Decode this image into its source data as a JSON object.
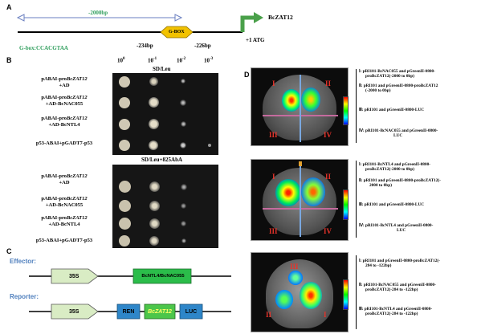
{
  "panelA": {
    "letter": "A",
    "region_label": "-2000bp",
    "gene": "BcZAT12",
    "gbox": "G-BOX",
    "gbox_seq": "G-box:CCACGTAA",
    "pos1": "-234bp",
    "pos2": "-226bp",
    "atg": "+1 ATG"
  },
  "panelB": {
    "letter": "B",
    "dilutions": [
      "10",
      "10",
      "10",
      "10"
    ],
    "dil_exp": [
      "0",
      "-1",
      "-2",
      "-3"
    ],
    "medium1": "SD/Leu",
    "medium2": "SD/Leu+825AbA",
    "rows": [
      {
        "l1": "pABAI-pro",
        "gene": "BcZAT12",
        "l2": "+AD"
      },
      {
        "l1": "pABAI-pro",
        "gene": "BcZAT12",
        "l2": "+AD-BcNAC055"
      },
      {
        "l1": "pABAI-pro",
        "gene": "BcZAT12",
        "l2": "+AD-BcNTL4"
      },
      {
        "l1": "p53-ABAI+pGADT7-p53",
        "gene": "",
        "l2": ""
      }
    ]
  },
  "panelC": {
    "letter": "C",
    "effector": "Effector:",
    "reporter": "Reporter:",
    "promoter": "35S",
    "effector_gene": "BcNTL4/BcNAC055",
    "ren": "REN",
    "reporter_gene": "BcZAT12",
    "luc": "LUC"
  },
  "panelD": {
    "letter": "D",
    "roman": [
      "I",
      "II",
      "III",
      "IV"
    ],
    "group1": [
      "Ⅰ: pRI101-BcNAC055 and pGreenII-0800-",
      "proBcZAT12(-2000 to 0bp)",
      "Ⅱ: pRI101 and pGreenII-0800-proBcZAT12",
      "(-2000 to 0bp)",
      "Ⅲ: pRI101 and pGreenII-0800-LUC",
      "Ⅳ: pRI101-BcNAC055 and pGreenII-0800-",
      "LUC"
    ],
    "group2": [
      "Ⅰ: pRI101-BcNTL4 and pGreenII-0800-",
      "proBcZAT12(-2000 to 0bp)",
      "Ⅱ: pRI101 and pGreenII-0800-proBcZAT12(-",
      "2000 to 0bp)",
      "Ⅲ: pRI101 and pGreenII-0800-LUC",
      "Ⅳ: pRI101-BcNTL4 and pGreenII-0800-",
      "LUC"
    ],
    "group3": [
      "Ⅰ: pRI101 and pGreenII-0800-proBcZAT12(-",
      "284 to -122bp)",
      "Ⅱ: pRI101-BcNAC055 and pGreenII-0800-",
      "proBcZAT12(-284 to -122bp)",
      "Ⅲ: pRI101-BcNTL4 and pGreenII-0800-",
      "proBcZAT12(-284 to -122bp)"
    ]
  }
}
